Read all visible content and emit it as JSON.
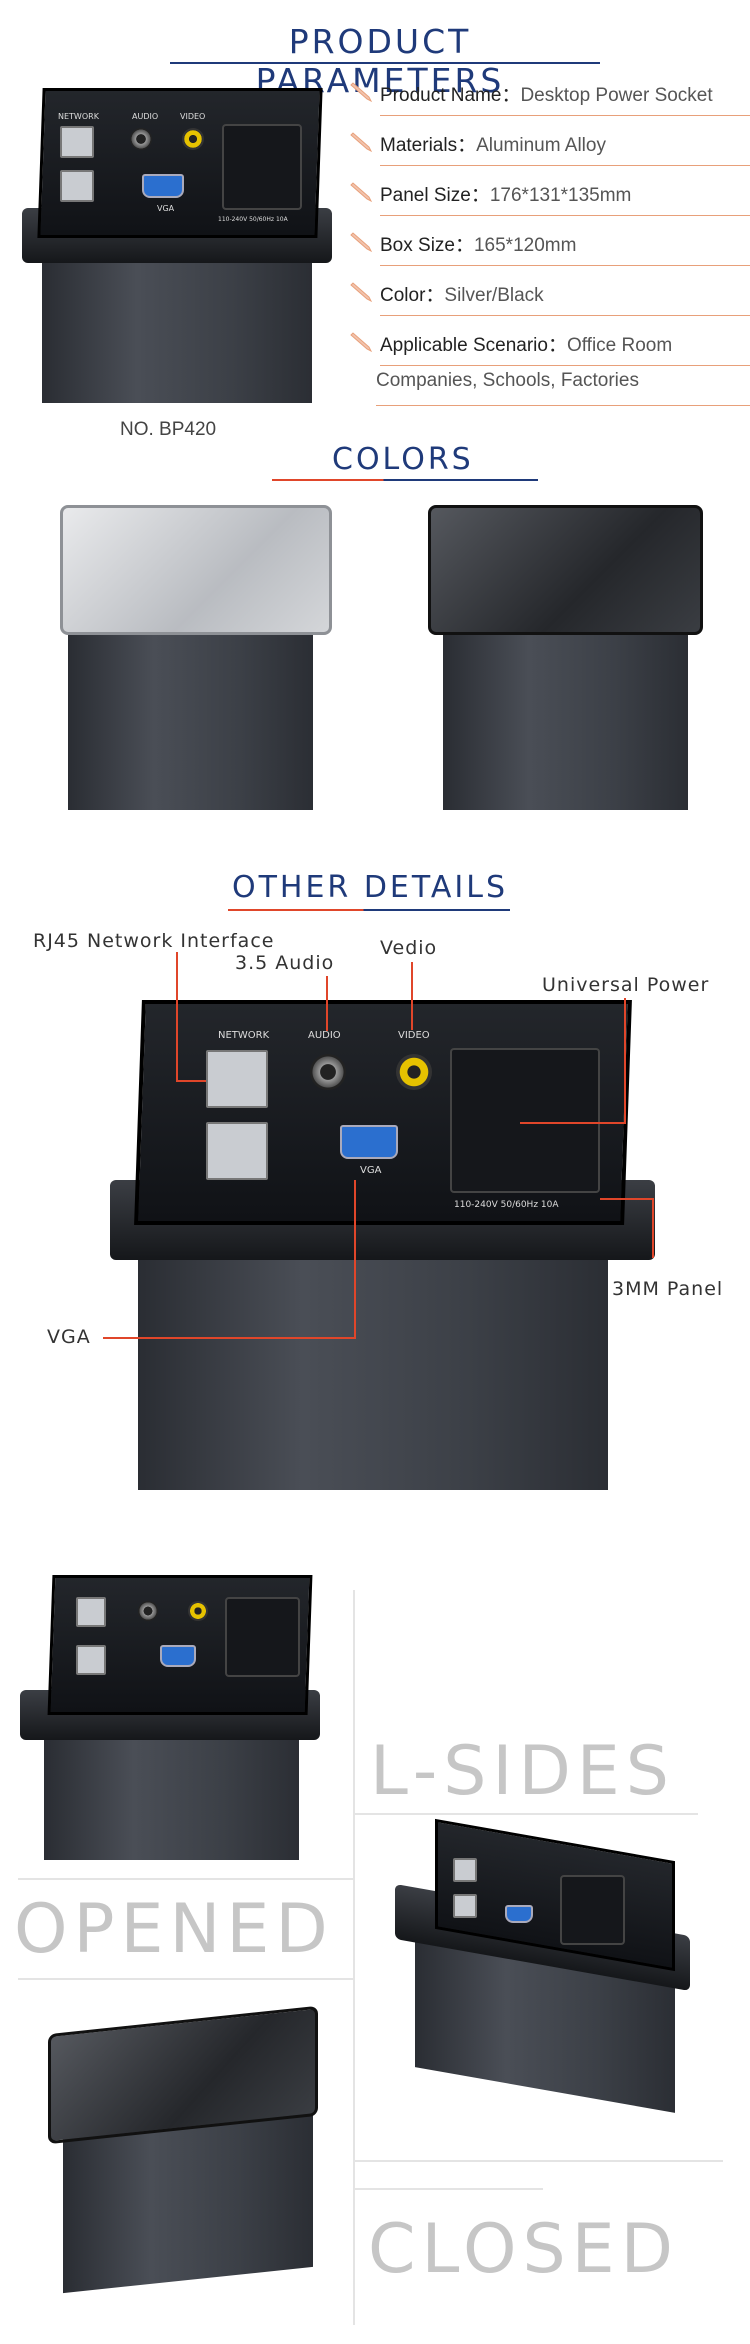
{
  "sections": {
    "parameters_title": "PRODUCT PARAMETERS",
    "colors_title": "COLORS",
    "details_title": "OTHER DETAILS"
  },
  "parameters": [
    {
      "label": "Product Name：",
      "value": "Desktop Power Socket"
    },
    {
      "label": "Materials：",
      "value": "Aluminum Alloy"
    },
    {
      "label": "Panel Size：",
      "value": "176*131*135mm"
    },
    {
      "label": "Box Size：",
      "value": "165*120mm"
    },
    {
      "label": "Color：",
      "value": "Silver/Black"
    },
    {
      "label": "Applicable Scenario：",
      "value": "Office Room"
    }
  ],
  "parameters_continuation": "Companies, Schools, Factories",
  "model_number": "NO. BP420",
  "panel_labels": {
    "network": "NETWORK",
    "audio": "AUDIO",
    "video": "VIDEO",
    "vga": "VGA",
    "rating": "110-240V 50/60Hz 10A"
  },
  "callouts": {
    "rj45": "RJ45 Network Interface",
    "audio": "3.5 Audio",
    "video": "Vedio",
    "power": "Universal Power",
    "panel": "3MM Panel",
    "vga": "VGA"
  },
  "state_words": {
    "l_sides": "L-SIDES",
    "opened": "OPENED",
    "closed": "CLOSED"
  },
  "colors": {
    "heading": "#1f3a7a",
    "accent_line": "#e0462a",
    "param_line": "#e8a07a",
    "state_word": "#c6c6c6"
  }
}
